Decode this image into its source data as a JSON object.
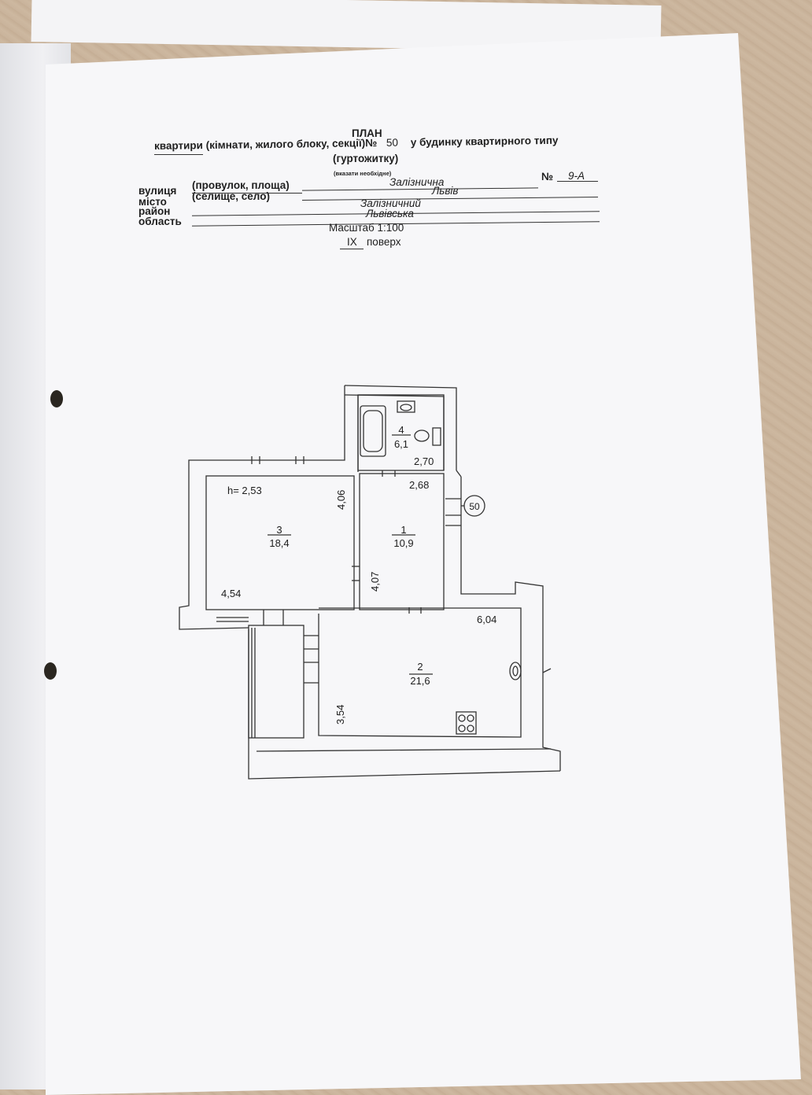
{
  "document": {
    "title": "ПЛАН",
    "line1_prefix": "квартири (кімнати, жилого блоку, секції)№",
    "apartment_no": "50",
    "line1_suffix": "у будинку квартирного типу",
    "line2": "(гуртожитку)",
    "note": "(вказати необхідне)",
    "labels": {
      "street": "вулиця",
      "street_alt": "(провулок, площа)",
      "city": "місто",
      "city_alt": "(селище, село)",
      "district": "район",
      "region": "область",
      "number_label": "№"
    },
    "values": {
      "street": "Залізнична",
      "building_no": "9-А",
      "city": "Львів",
      "district": "Залізничний",
      "region": "Львівська"
    },
    "scale": "Масштаб 1:100",
    "floor_no": "IX",
    "floor_label": "поверх"
  },
  "plan": {
    "ceiling_height": "h= 2,53",
    "apartment_marker": "50",
    "rooms": [
      {
        "id": "room-3",
        "number": "3",
        "area": "18,4"
      },
      {
        "id": "room-1",
        "number": "1",
        "area": "10,9"
      },
      {
        "id": "room-4",
        "number": "4",
        "area": "6,1"
      },
      {
        "id": "room-2",
        "number": "2",
        "area": "21,6"
      }
    ],
    "dimensions": {
      "room4_width": "2,70",
      "room1_width": "2,68",
      "room3_depth": "4,06",
      "room3_width": "4,54",
      "room1_depth": "4,07",
      "room2_width": "6,04",
      "room2_depth": "3,54"
    }
  }
}
